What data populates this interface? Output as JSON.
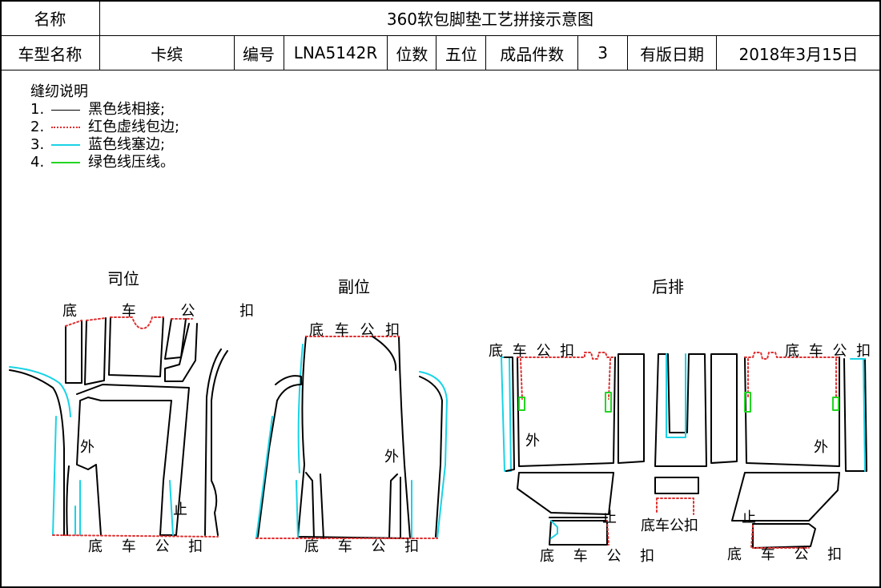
{
  "header": {
    "name_label": "名称",
    "title": "360软包脚垫工艺拼接示意图",
    "model_label": "车型名称",
    "model_value": "卡缤",
    "code_label": "编号",
    "code_value": "LNA5142R",
    "position_label": "位数",
    "position_value": "五位",
    "pieces_label": "成品件数",
    "pieces_value": "3",
    "date_label": "有版日期",
    "date_value": "2018年3月15日"
  },
  "legend": {
    "title": "缝纫说明",
    "items": [
      {
        "num": "1.",
        "style": "black",
        "text": "黑色线相接;"
      },
      {
        "num": "2.",
        "style": "red",
        "text": "红色虚线包边;"
      },
      {
        "num": "3.",
        "style": "cyan",
        "text": "蓝色线塞边;"
      },
      {
        "num": "4.",
        "style": "green",
        "text": "绿色线压线。"
      }
    ]
  },
  "colors": {
    "black": "#000000",
    "red": "#e03030",
    "cyan": "#19d3e6",
    "green": "#22d622"
  },
  "sections": {
    "driver": {
      "title": "司位",
      "top_buckle": "底 车 公 扣",
      "bottom_buckle": "底 车 公 扣",
      "outer": "外",
      "stop": "止"
    },
    "passenger": {
      "title": "副位",
      "top_buckle": "底 车 公 扣",
      "bottom_buckle": "底 车 公 扣",
      "outer": "外"
    },
    "rear": {
      "title": "后排",
      "left_buckle": "底 车 公 扣",
      "right_buckle": "底 车 公 扣",
      "outer_left": "外",
      "outer_right": "外",
      "stop_left": "止",
      "stop_right": "止",
      "center_buckle": "底车公扣",
      "bottom_left_buckle": "底 车 公 扣",
      "bottom_right_buckle": "底 车 公 扣"
    }
  }
}
